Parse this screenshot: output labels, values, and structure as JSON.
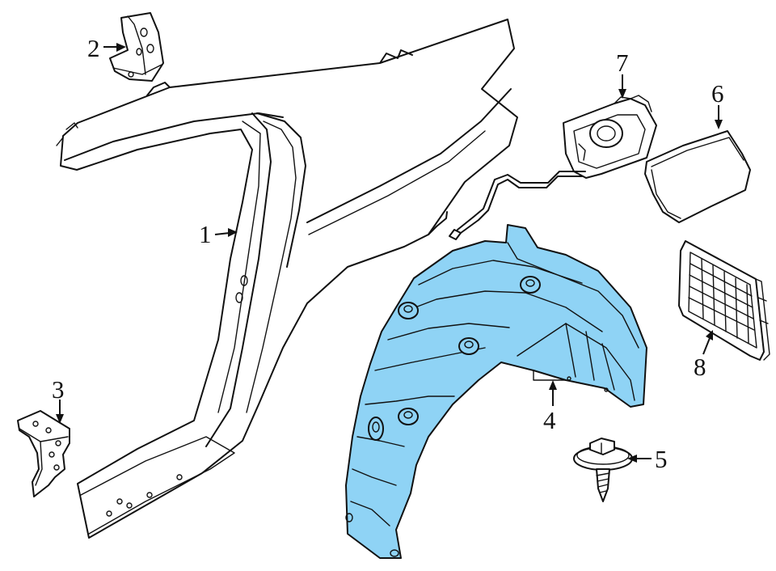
{
  "colors": {
    "highlight": "#8fd3f5",
    "ink": "#111111",
    "background": "#ffffff"
  },
  "callouts": [
    {
      "id": "1",
      "label": "1"
    },
    {
      "id": "2",
      "label": "2"
    },
    {
      "id": "3",
      "label": "3"
    },
    {
      "id": "4",
      "label": "4"
    },
    {
      "id": "5",
      "label": "5"
    },
    {
      "id": "6",
      "label": "6"
    },
    {
      "id": "7",
      "label": "7"
    },
    {
      "id": "8",
      "label": "8"
    }
  ]
}
